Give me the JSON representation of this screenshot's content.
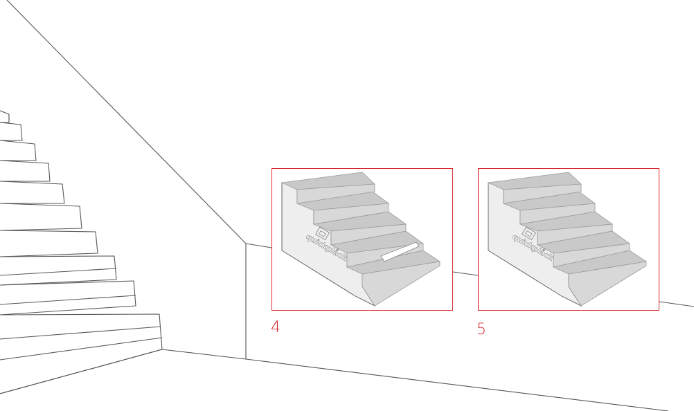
{
  "steps": [
    {
      "number": "4",
      "brand": "quickplåck"
    },
    {
      "number": "5",
      "brand": "quickplåck"
    }
  ],
  "colors": {
    "frame": "#d9232a",
    "line": "#555555",
    "stair_tread": "#c9c9c9",
    "stair_side": "#eeeeee"
  }
}
